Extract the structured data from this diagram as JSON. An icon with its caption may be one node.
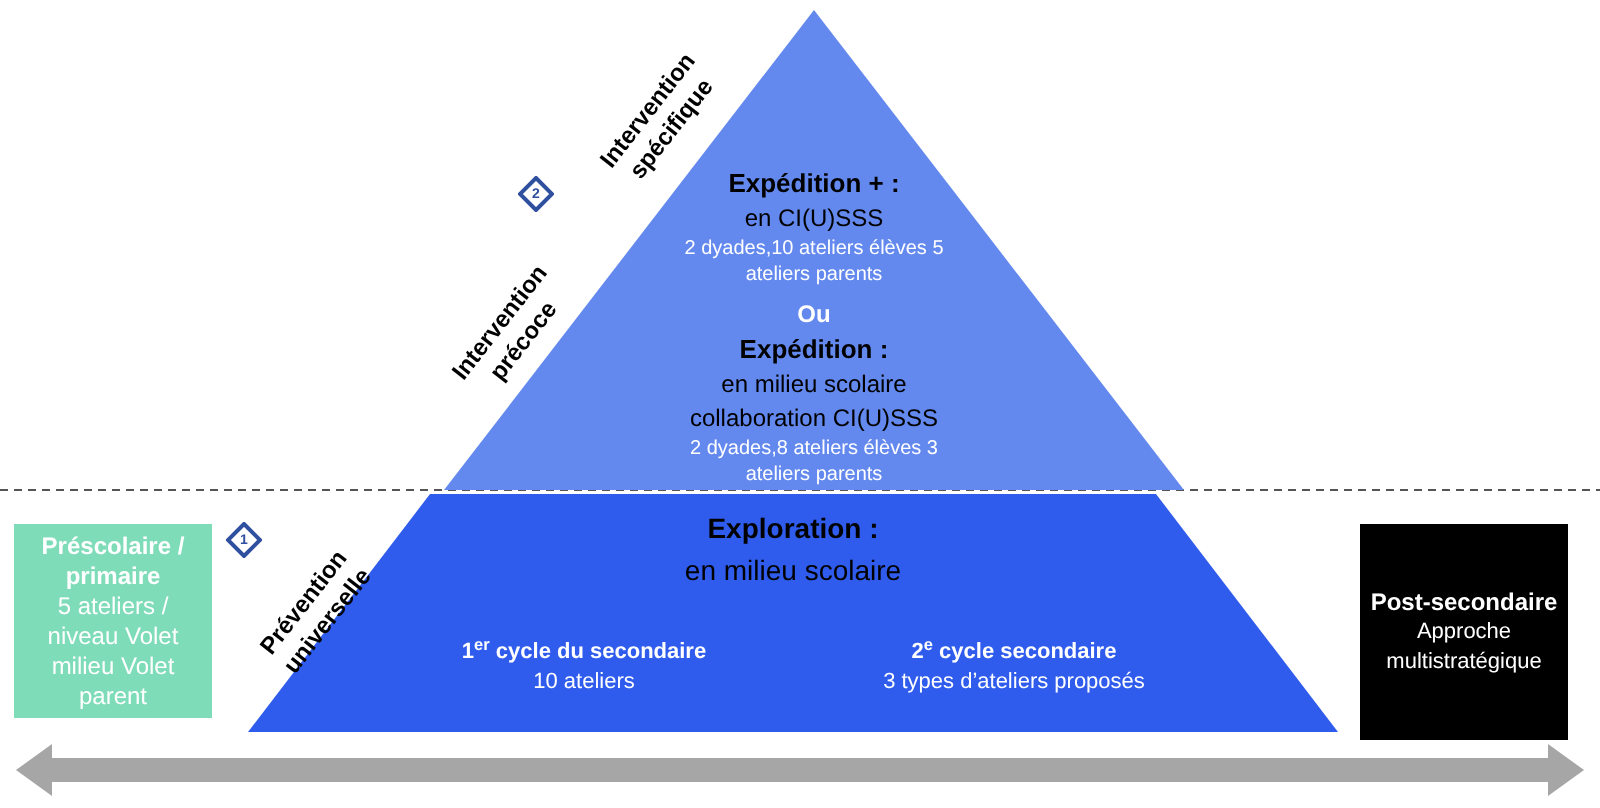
{
  "diagram": {
    "nodes": [
      {
        "text": [
          "Expédition + :",
          "en CI(U)SSS",
          "2 dyades,10 ateliers élèves 5 ateliers parents",
          "Ou",
          "Expédition :",
          "en milieu scolaire collaboration CI(U)SSS",
          "2 dyades,8 ateliers élèves 3 ateliers parents"
        ]
      },
      {
        "text": [
          "Exploration :",
          "en milieu scolaire",
          "1$^{er}$ cycle du secondaire",
          "10 ateliers",
          "2$^{e}$ cycle secondaire",
          "3 types d’ateliers proposés"
        ]
      },
      {
        "text": [
          "Préscolaire / primaire",
          "5 ateliers / niveau Volet milieu Volet parent"
        ]
      },
      {
        "text": [
          "Post-secondaire",
          "Approche multistratégique"
        ]
      },
      {
        "text": [
          "2"
        ]
      },
      {
        "text": [
          "1"
        ]
      }
    ],
    "edges": [],
    "labels": [
      "Intervention spécifique",
      "Intervention précoce",
      "Prévention universelle"
    ]
  }
}
